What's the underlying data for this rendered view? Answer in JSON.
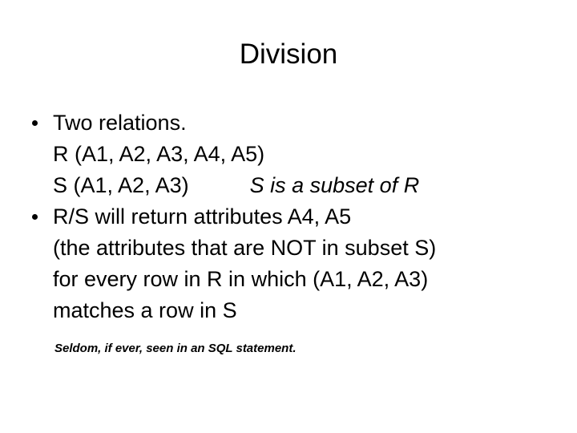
{
  "slide": {
    "title": "Division",
    "bullet_char": "•",
    "bullets": [
      {
        "marker": "•",
        "lines": [
          {
            "text": "Two relations.",
            "style": "normal"
          },
          {
            "text": "R (A1, A2, A3, A4, A5)",
            "style": "normal"
          },
          {
            "text": "S (A1, A2, A3)",
            "style": "normal",
            "trailing_italic": "S is a subset of R"
          }
        ]
      },
      {
        "marker": "•",
        "lines": [
          {
            "text": "R/S will return attributes A4, A5",
            "style": "normal"
          },
          {
            "text": "(the attributes that are NOT in subset S)",
            "style": "normal"
          },
          {
            "text": "for every row in R in which (A1, A2, A3)",
            "style": "normal"
          },
          {
            "text": "matches a row in S",
            "style": "normal"
          }
        ]
      }
    ],
    "footnote": "Seldom, if ever, seen in an SQL statement.",
    "colors": {
      "background": "#ffffff",
      "text": "#000000"
    }
  }
}
